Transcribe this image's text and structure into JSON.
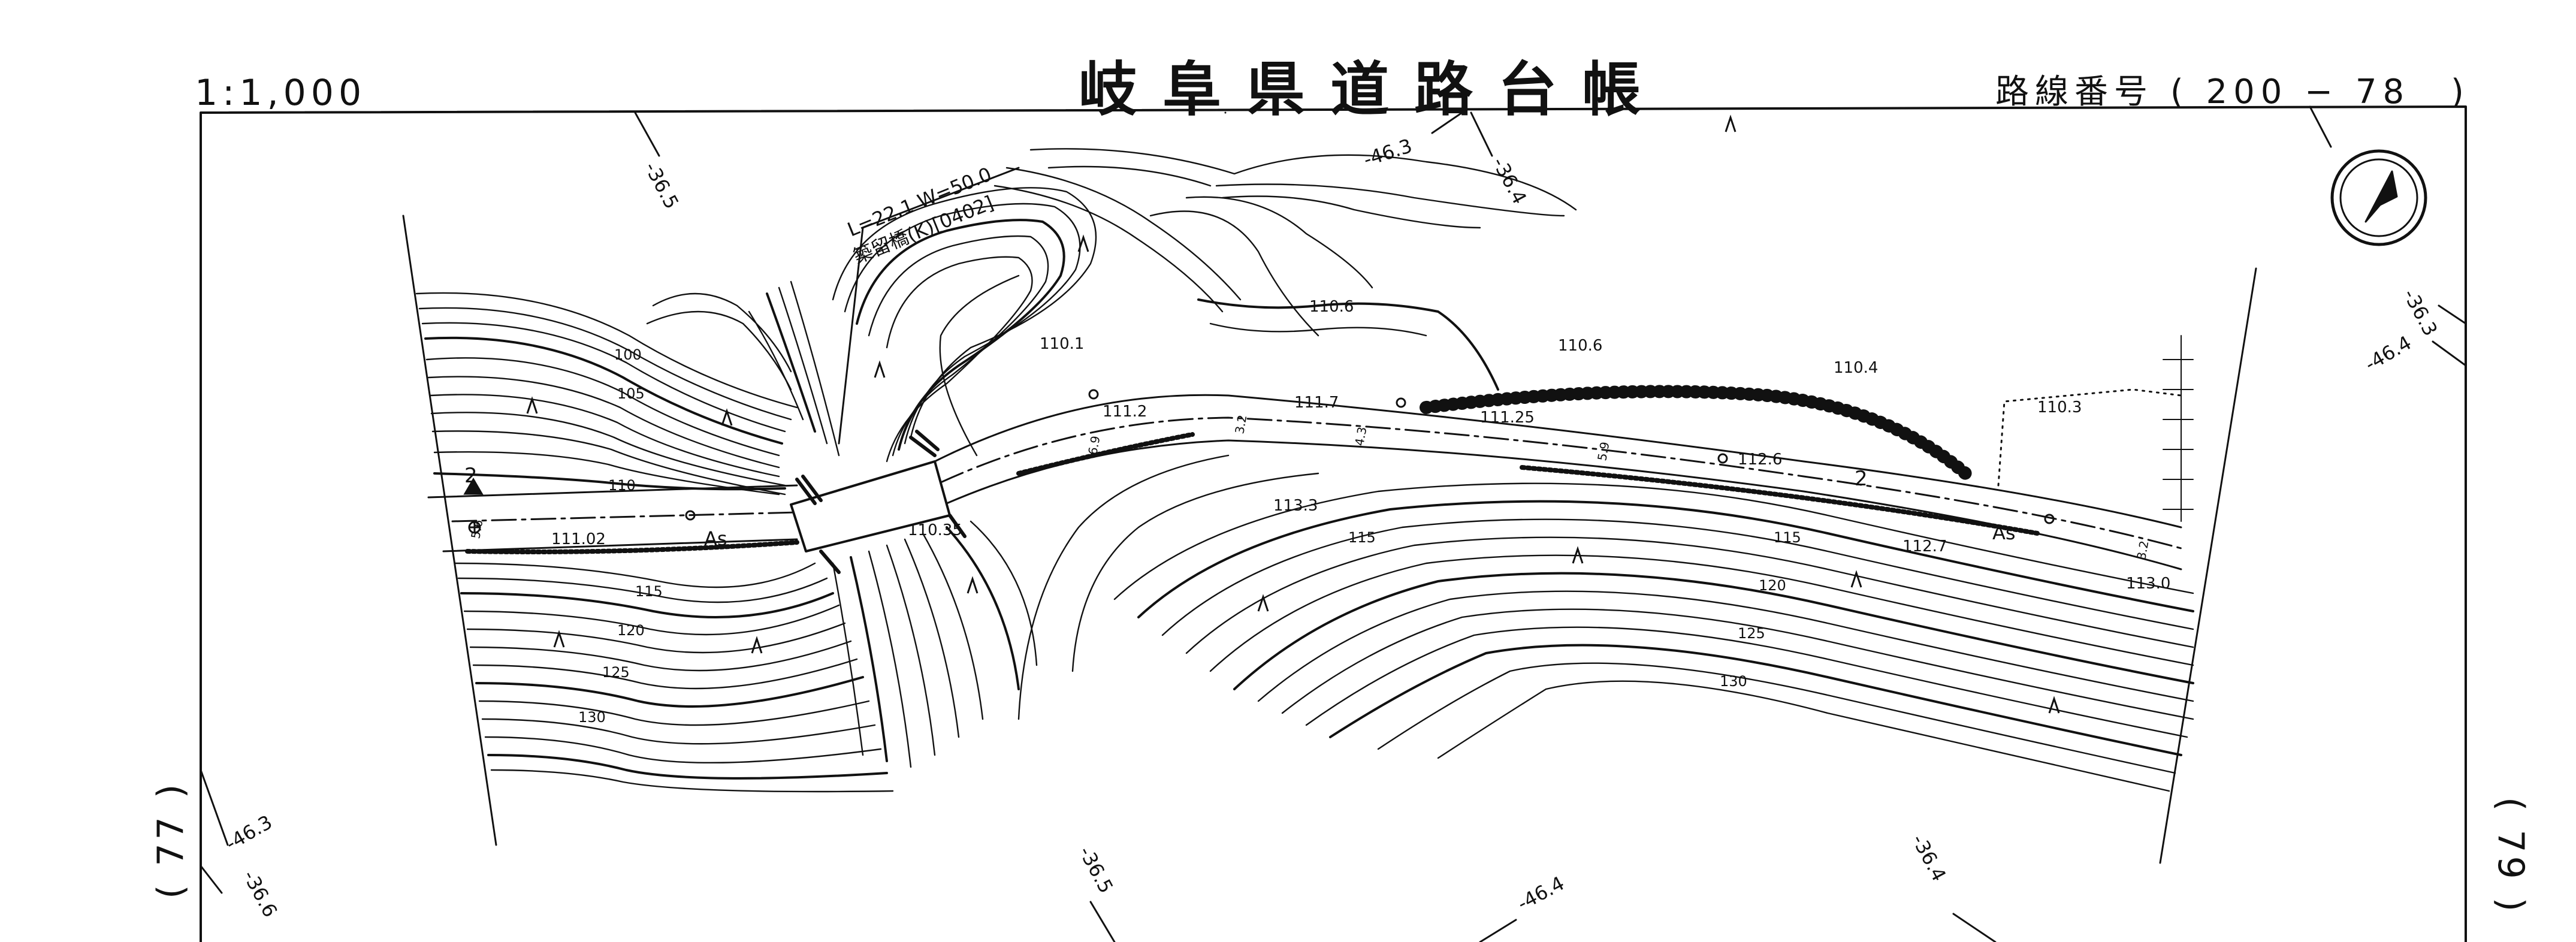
{
  "header": {
    "scale": "1:1,000",
    "title": "岐阜県道路台帳",
    "route_label": "路線番号",
    "route_open": "(",
    "route_number": "200 − 78",
    "route_close": ")"
  },
  "adjacent_sheets": {
    "left": "( 77 )",
    "right": "( 79 )"
  },
  "grid_labels": [
    "-36.5",
    "-46.3",
    "-36.4",
    "-36.3",
    "-46.4",
    "-46.3",
    "-36.6",
    "-36.5",
    "-46.4",
    "-36.4"
  ],
  "bridge": {
    "dimension": "L=22.1 W=50.0",
    "name": "築留橋(K)[0402]"
  },
  "contour_labels": [
    "100",
    "105",
    "110",
    "115",
    "120",
    "125",
    "130",
    "115",
    "120",
    "125",
    "130",
    "115"
  ],
  "spot_heights": [
    "110.6",
    "110.1",
    "110.6",
    "110.4",
    "110.3",
    "111.2",
    "111.7",
    "111.25",
    "112.6",
    "113.3",
    "112.7",
    "113.0",
    "111.02",
    "110.35"
  ],
  "road_widths": [
    "6.9",
    "3.2",
    "4.3",
    "5.9",
    "3.2",
    "5.6"
  ],
  "pavement": [
    "As",
    "As"
  ],
  "route_marks": [
    "2",
    "2"
  ],
  "colors": {
    "ink": "#111111",
    "paper": "#ffffff"
  },
  "icons": {
    "north": "north-arrow-icon"
  }
}
